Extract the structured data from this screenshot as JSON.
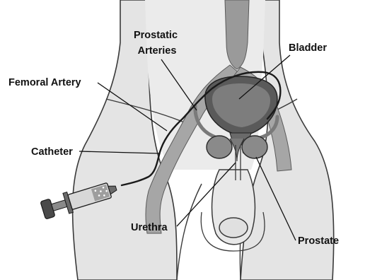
{
  "labels": {
    "prostatic_arteries_line1": "Prostatic",
    "prostatic_arteries_line2": "Arteries",
    "bladder": "Bladder",
    "femoral_artery": "Femoral Artery",
    "catheter": "Catheter",
    "urethra": "Urethra",
    "prostate": "Prostate"
  },
  "colors": {
    "body_fill": "#e4e4e4",
    "body_outline": "#3a3a3a",
    "vessel": "#9a9a9a",
    "vessel_dark": "#6f6f6f",
    "bladder": "#4a4a4a",
    "leader_line": "#111111",
    "text": "#111111"
  },
  "icons": {
    "syringe": "syringe-icon"
  }
}
